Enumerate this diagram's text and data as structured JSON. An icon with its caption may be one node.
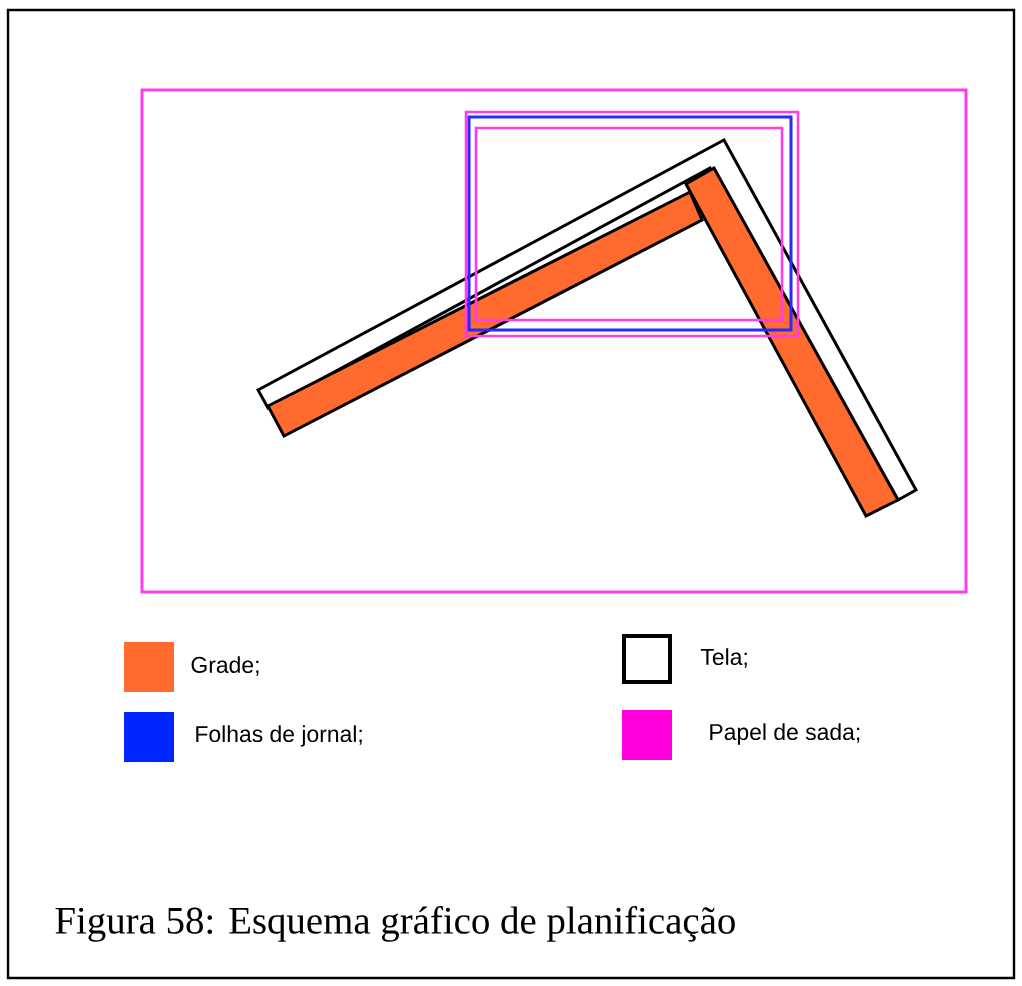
{
  "diagram": {
    "caption": "Figura 58: Esquema gráfico de planificação",
    "legend": [
      {
        "text": "Grade;",
        "color": "#ff6a2e"
      },
      {
        "text": "Tela;"
      },
      {
        "text": "Folhas de jornal;",
        "color": "#0026ff"
      },
      {
        "text": "Papel de sada;",
        "color": "#ff00dd"
      }
    ]
  }
}
